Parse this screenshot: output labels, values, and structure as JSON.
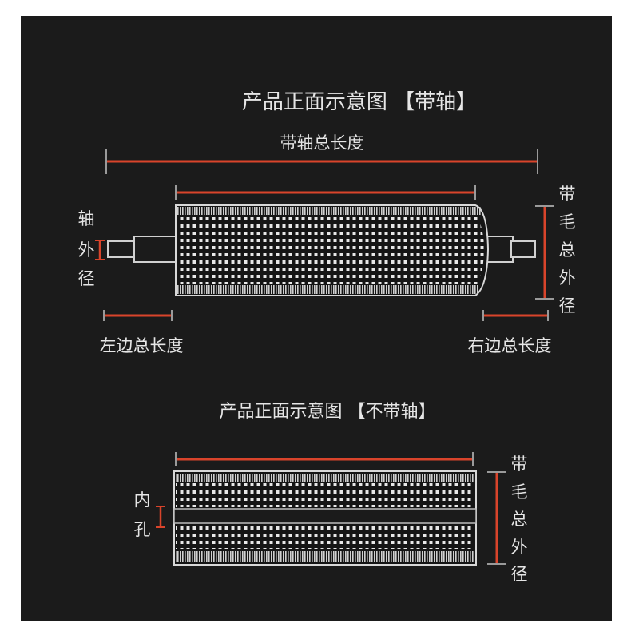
{
  "colors": {
    "background": "#1b1b1b",
    "frame": "#ffffff",
    "dimension_line": "#d9442b",
    "text": "#e6e6e6",
    "brush": "#d8d8d8",
    "core": "#151515"
  },
  "with_shaft": {
    "title": "产品正面示意图 【带轴】",
    "total_length_label": "带轴总长度",
    "shaft_od_label": [
      "轴",
      "外",
      "径"
    ],
    "brush_od_label": [
      "带",
      "毛",
      "总",
      "外",
      "径"
    ],
    "left_length_label": "左边总长度",
    "right_length_label": "右边总长度"
  },
  "without_shaft": {
    "title": "产品正面示意图 【不带轴】",
    "inner_hole_label": [
      "内",
      "孔"
    ],
    "brush_od_label": [
      "带",
      "毛",
      "总",
      "外",
      "径"
    ]
  }
}
